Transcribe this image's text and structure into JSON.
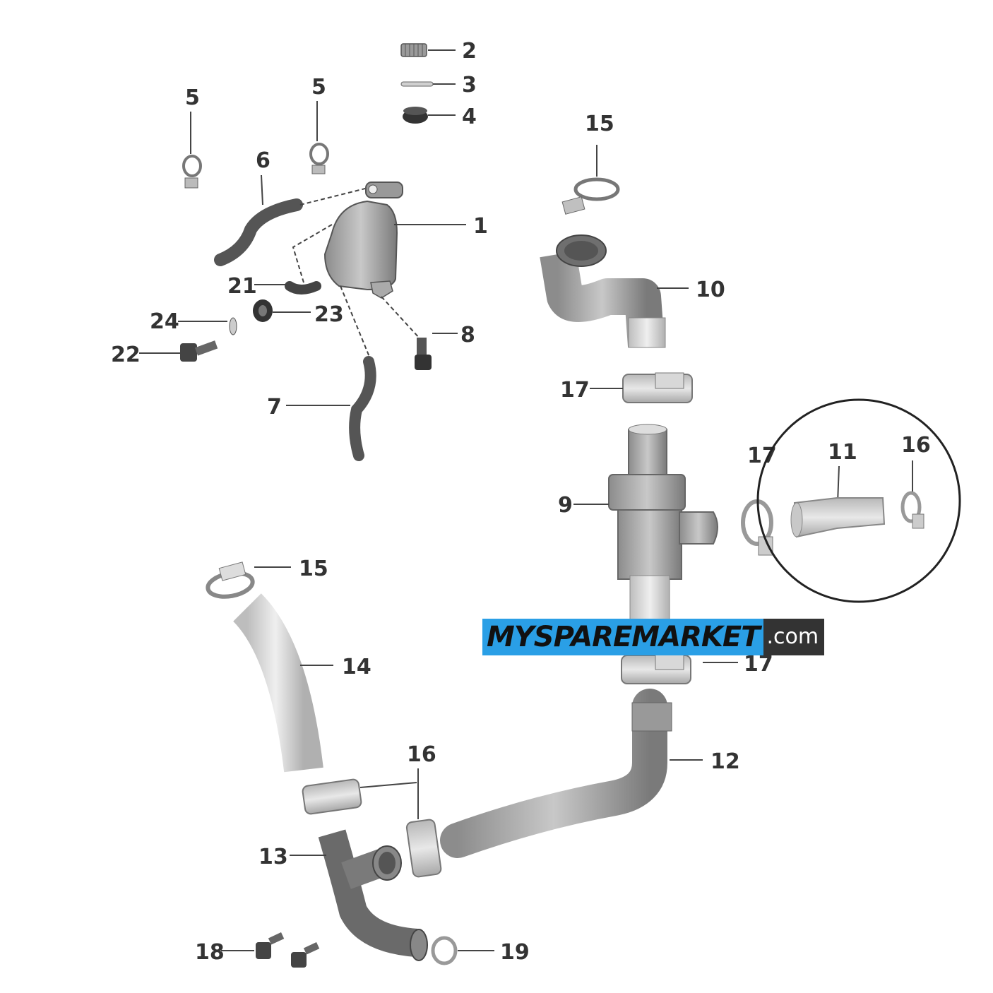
{
  "diagram": {
    "labels": {
      "l1": "1",
      "l2": "2",
      "l3": "3",
      "l4": "4",
      "l5a": "5",
      "l5b": "5",
      "l6": "6",
      "l7": "7",
      "l8": "8",
      "l9": "9",
      "l10": "10",
      "l11": "11",
      "l12": "12",
      "l13": "13",
      "l14": "14",
      "l15a": "15",
      "l15b": "15",
      "l16a": "16",
      "l16b": "16",
      "l17a": "17",
      "l17b": "17",
      "l17c": "17",
      "l18": "18",
      "l19": "19",
      "l21": "21",
      "l22": "22",
      "l23": "23",
      "l24": "24"
    }
  },
  "watermark": {
    "main": "MYSPAREMARKET",
    "suffix": ".com",
    "colors": {
      "main_bg": "#2a9fe6",
      "suffix_bg": "#333333"
    }
  }
}
